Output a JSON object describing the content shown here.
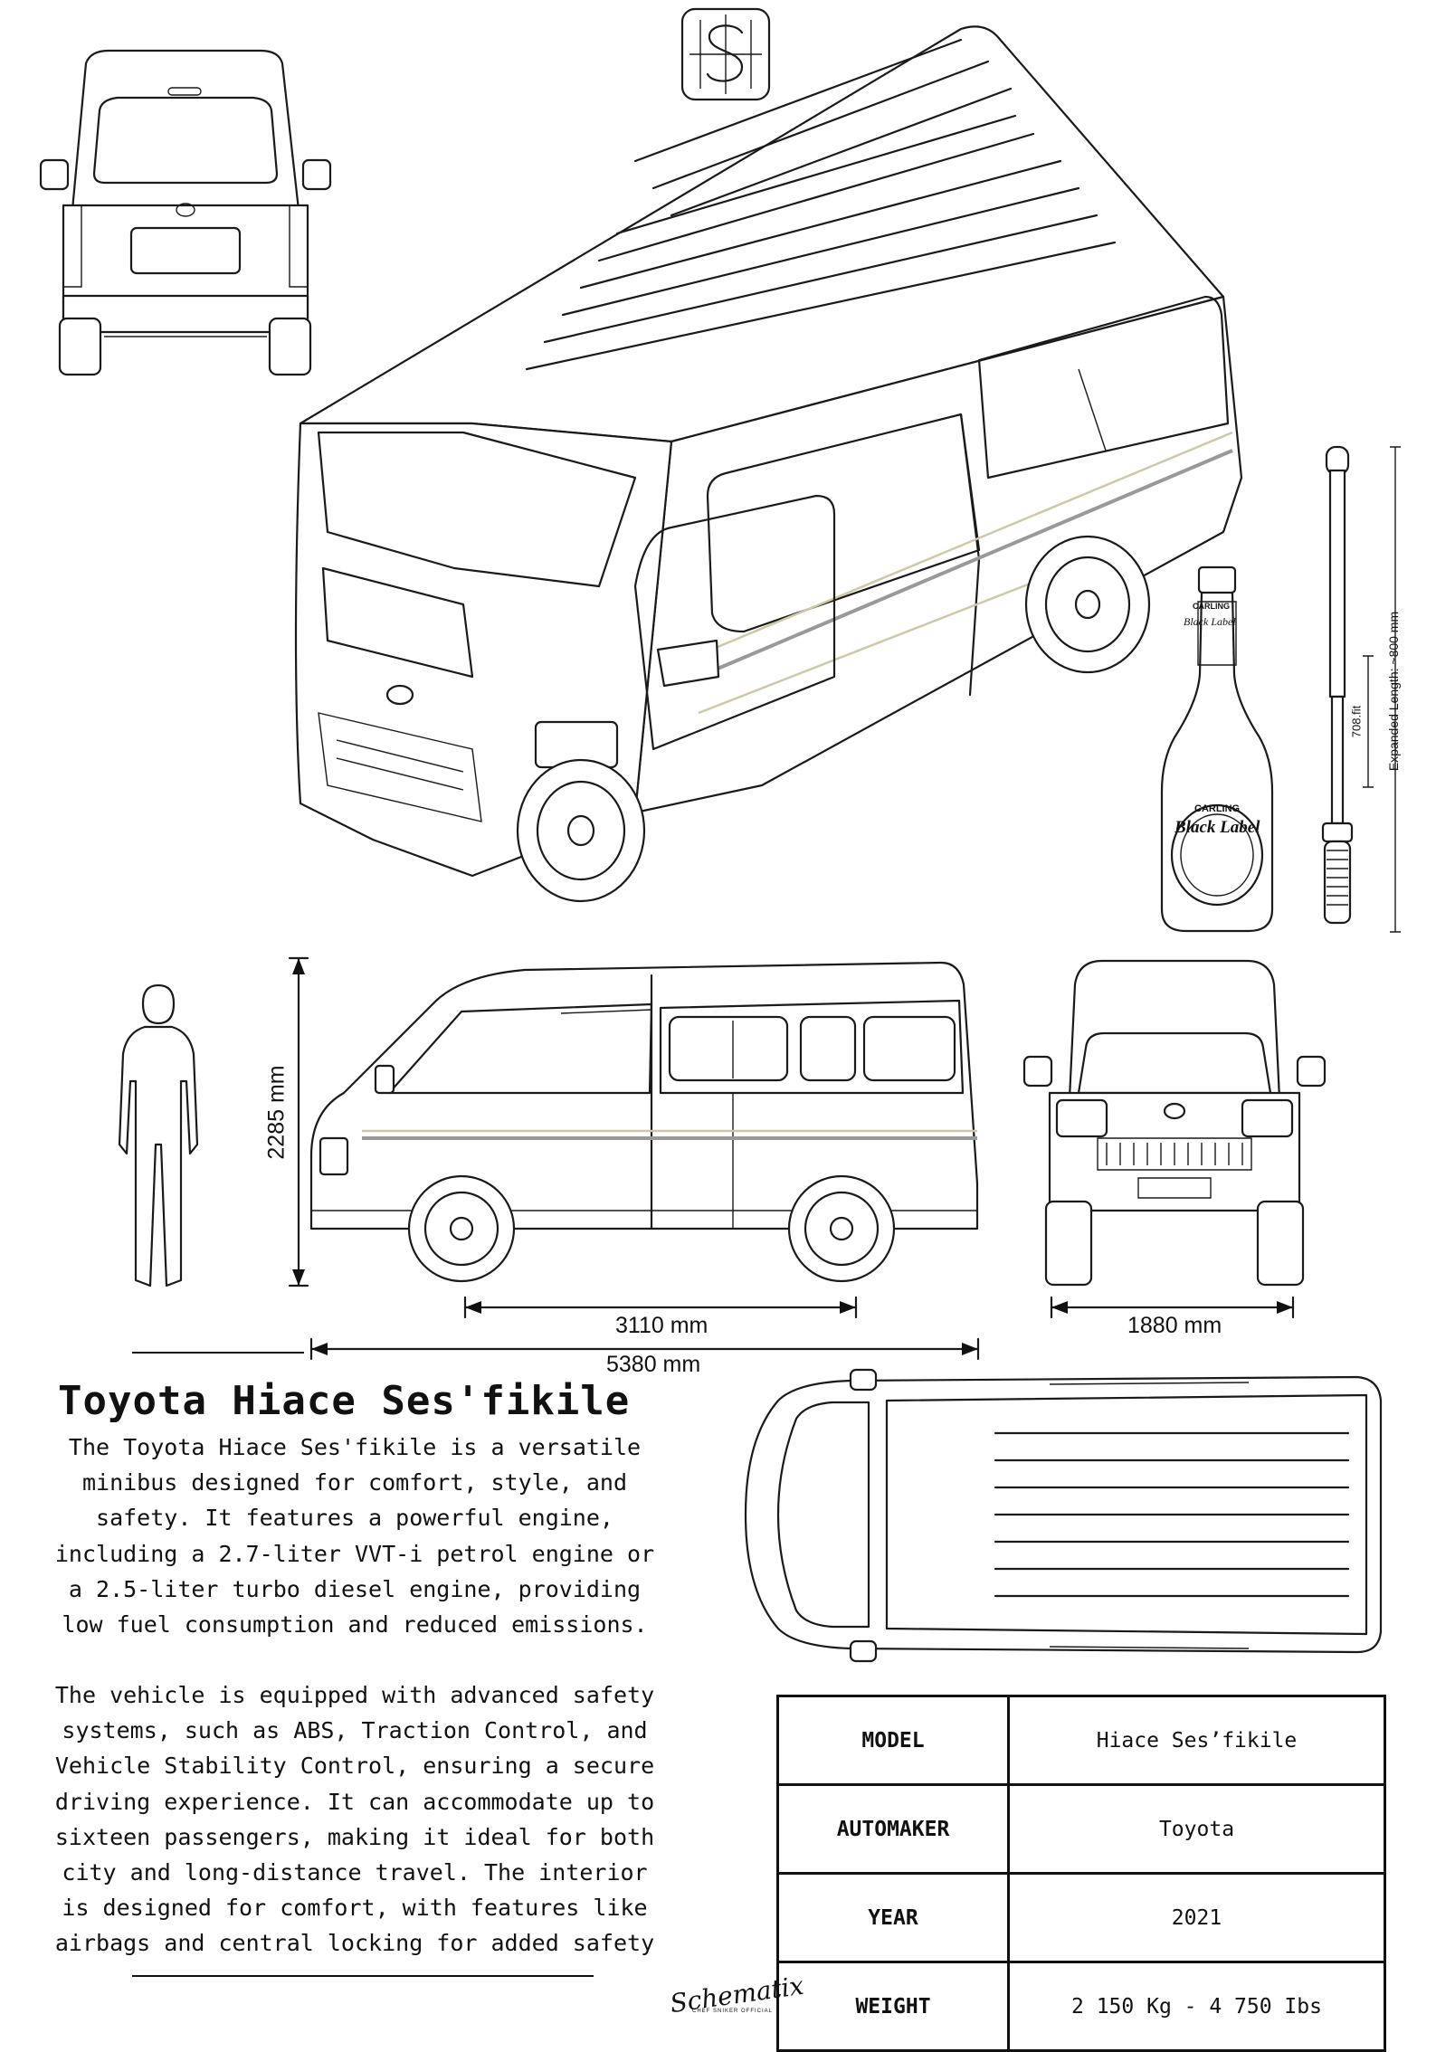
{
  "document": {
    "title": "Toyota Hiace Ses'fikile",
    "paragraphs": [
      "The Toyota Hiace Ses'fikile is a versatile\nminibus designed for comfort, style, and\nsafety. It features a powerful engine,\nincluding a 2.7-liter VVT-i petrol engine or\na 2.5-liter turbo diesel engine, providing\nlow fuel consumption and reduced emissions.",
      "The vehicle is equipped with advanced safety\nsystems, such as ABS, Traction Control, and\nVehicle Stability Control, ensuring a secure\ndriving experience. It can accommodate up to\nsixteen passengers, making it ideal for both\ncity and long-distance travel. The interior\nis designed for comfort, with features like\nairbags and central locking for added safety"
    ]
  },
  "dimensions": {
    "height": "2285 mm",
    "wheelbase": "3110 mm",
    "length": "5380 mm",
    "width": "1880 mm",
    "baton_expanded": "Expanded Length: ~800 mm",
    "baton_collapsed": "708.fit"
  },
  "bottle": {
    "brand_top": "CARLING",
    "brand_script": "Black Label"
  },
  "specs": [
    {
      "label": "MODEL",
      "value": "Hiace Ses’fikile"
    },
    {
      "label": "AUTOMAKER",
      "value": "Toyota"
    },
    {
      "label": "YEAR",
      "value": "2021"
    },
    {
      "label": "WEIGHT",
      "value": "2 150 Kg - 4 750 Ibs"
    }
  ],
  "branding": {
    "logo_letter": "S",
    "signature": "Schematix",
    "signature_sub": "CHEF SNIKER OFFICIAL"
  }
}
